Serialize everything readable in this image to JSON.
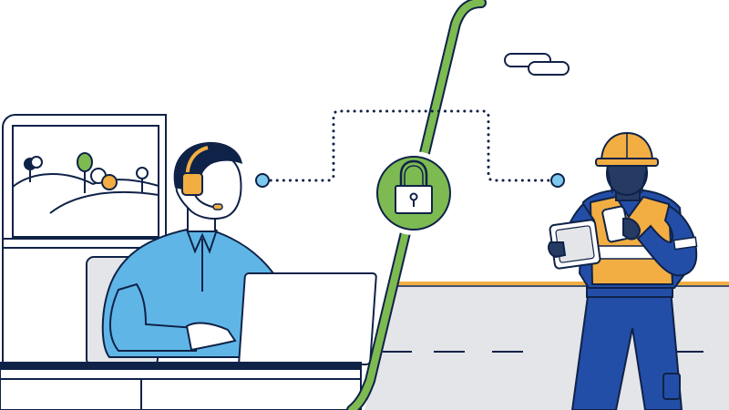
{
  "scene": {
    "left_panel": "office-support-agent",
    "right_panel": "field-worker-on-site",
    "connection": "secure-link",
    "center_icon": "padlock-icon"
  },
  "colors": {
    "navy": "#0f2248",
    "green": "#7dba52",
    "green_dark": "#5d9e3a",
    "orange": "#f2ae43",
    "shirt_blue": "#5fb6e6",
    "dot_blue": "#7ec8ee",
    "worker_blue": "#234ea7",
    "skin_dark": "#263b63",
    "road_gray": "#e4e5e8",
    "white": "#ffffff"
  }
}
